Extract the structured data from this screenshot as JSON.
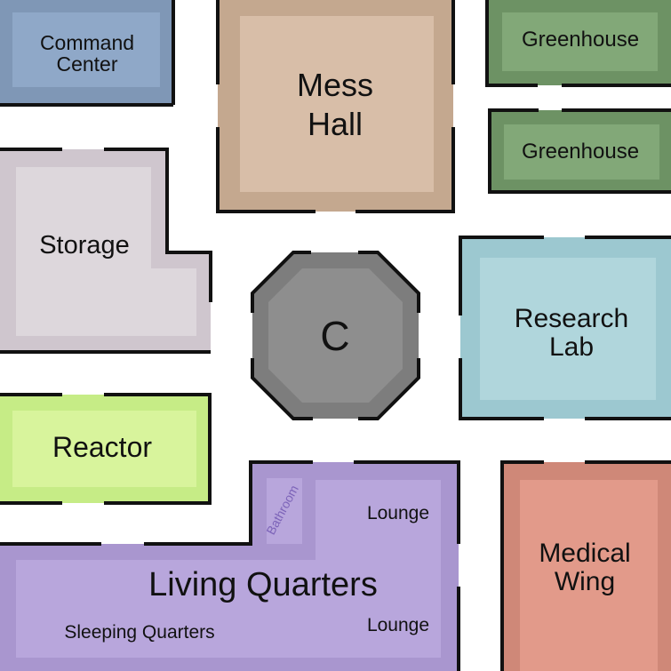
{
  "map": {
    "rooms": {
      "command_center": {
        "label_line1": "Command",
        "label_line2": "Center",
        "color": "#7f97b6",
        "inner_color": "#8fa8c8"
      },
      "mess_hall": {
        "label_line1": "Mess",
        "label_line2": "Hall",
        "color": "#c4a88f",
        "inner_color": "#d8bea8"
      },
      "greenhouse_1": {
        "label": "Greenhouse",
        "color": "#6d9264",
        "inner_color": "#82a878"
      },
      "greenhouse_2": {
        "label": "Greenhouse",
        "color": "#6d9264",
        "inner_color": "#82a878"
      },
      "storage": {
        "label": "Storage",
        "color": "#cfc6ce",
        "inner_color": "#ddd7dc"
      },
      "core": {
        "label": "C",
        "color": "#7d7d7d",
        "inner_color": "#8e8e8e"
      },
      "research_lab": {
        "label_line1": "Research",
        "label_line2": "Lab",
        "color": "#9cc8d0",
        "inner_color": "#b0d6dc"
      },
      "reactor": {
        "label": "Reactor",
        "color": "#c6ec86",
        "inner_color": "#d8f49c"
      },
      "living_quarters": {
        "label": "Living Quarters",
        "bathroom_label": "Bathroom",
        "lounge_upper_label": "Lounge",
        "lounge_lower_label": "Lounge",
        "sleeping_label": "Sleeping Quarters",
        "color": "#a996cf",
        "inner_color": "#b8a6dc",
        "sublabel_color": "#7c63b8"
      },
      "medical_wing": {
        "label_line1": "Medical",
        "label_line2": "Wing",
        "color": "#cf8878",
        "inner_color": "#e29a8a"
      }
    }
  }
}
